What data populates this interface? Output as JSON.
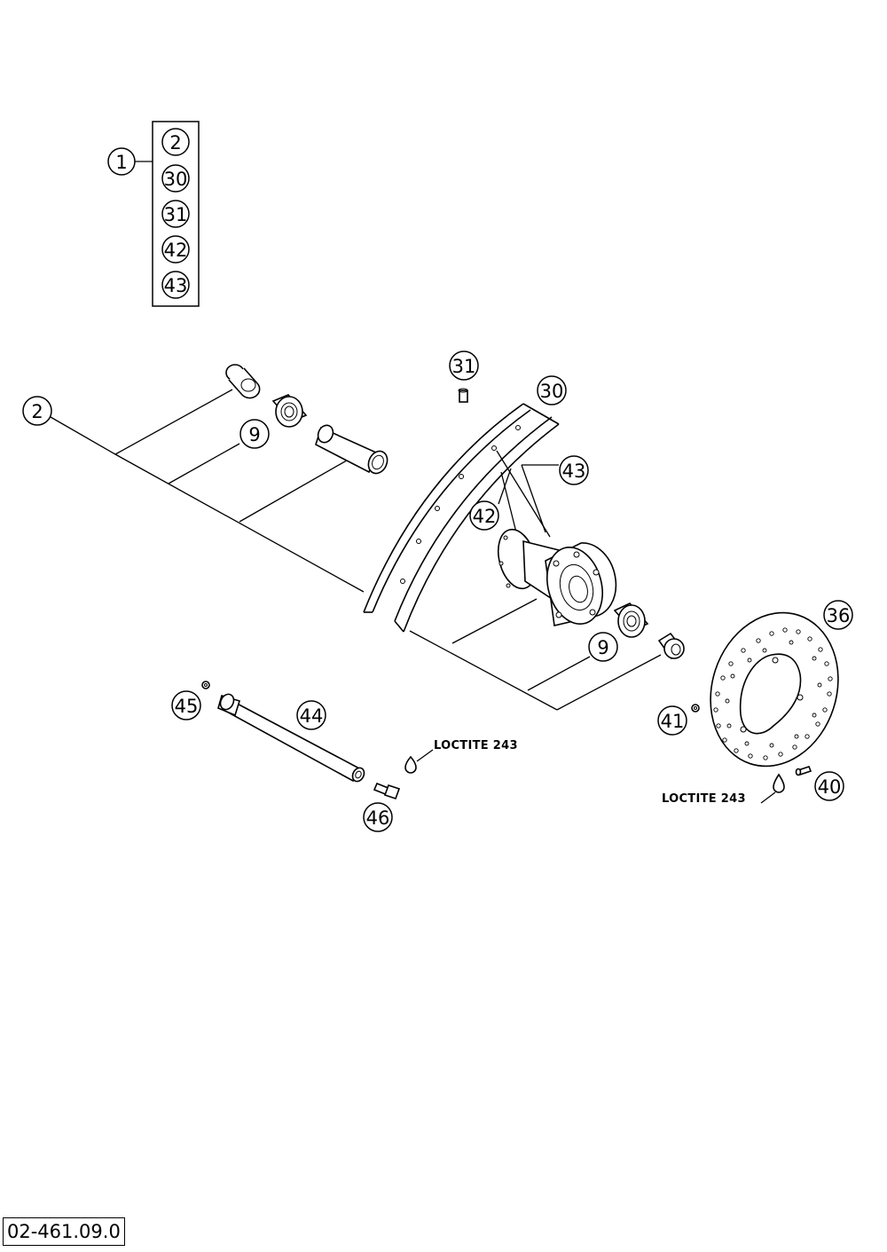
{
  "kit": {
    "label": "1",
    "contents": [
      "2",
      "30",
      "31",
      "42",
      "43"
    ]
  },
  "callouts": {
    "spacer_left": "2",
    "bearing_left": "9",
    "bearing_right": "9",
    "rim": "30",
    "valve": "31",
    "spokes_inner": "42",
    "spokes_outer": "43",
    "brake_disc": "36",
    "disc_screw": "40",
    "nut": "41",
    "axle": "44",
    "washer": "45",
    "axle_bolt": "46"
  },
  "notes": {
    "loctite_axle": "LOCTITE 243",
    "loctite_disc": "LOCTITE 243"
  },
  "reference_code": "02-461.09.0"
}
